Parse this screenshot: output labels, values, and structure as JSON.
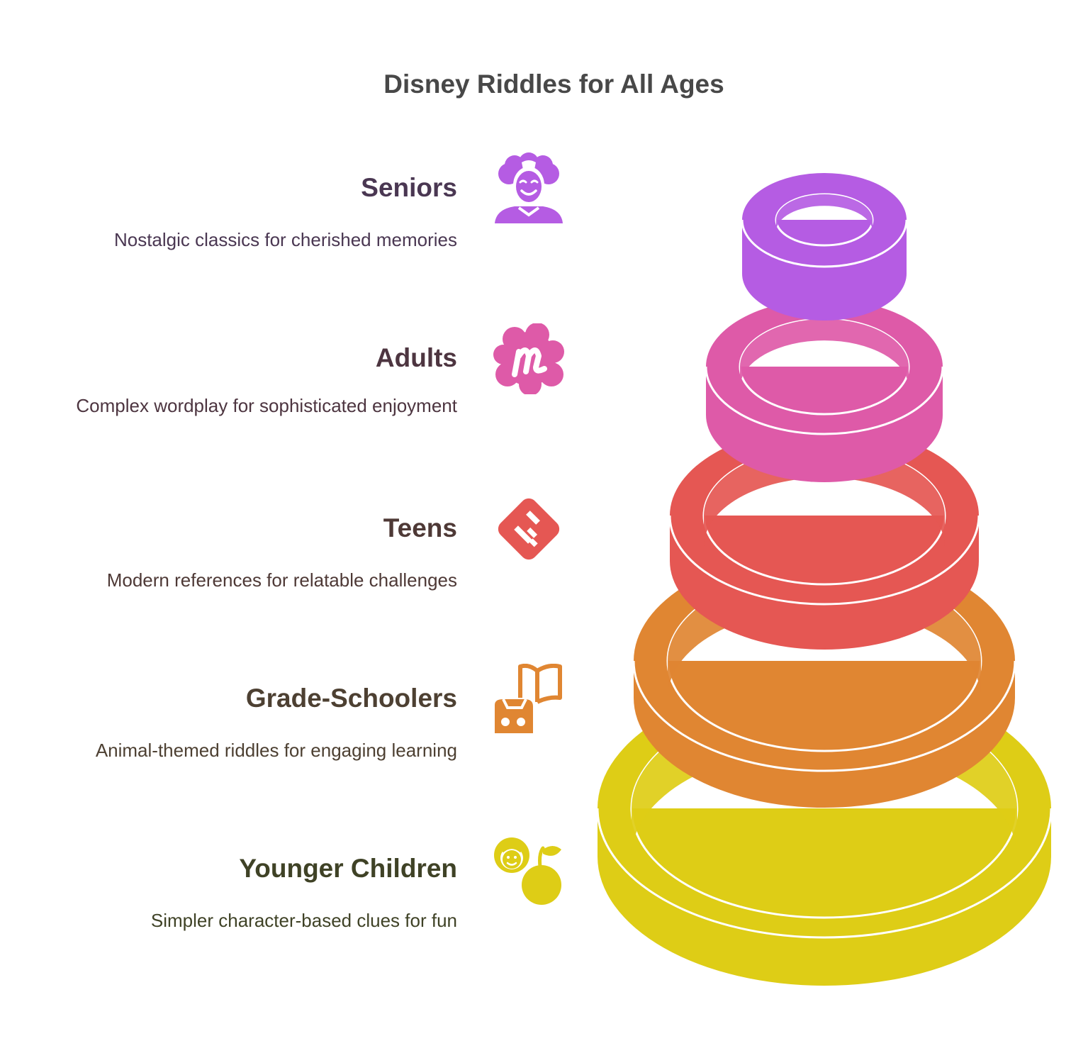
{
  "title": "Disney Riddles for All Ages",
  "colors": {
    "seniors": "#B55CE3",
    "adults": "#DE5AA8",
    "teens": "#E55753",
    "grade_schoolers": "#E08632",
    "younger_children": "#DECD16"
  },
  "levels": [
    {
      "heading": "Seniors",
      "description": "Nostalgic classics for cherished memories",
      "icon": "elderly-person-icon",
      "color": "#B55CE3",
      "text_color": "#4A3752"
    },
    {
      "heading": "Adults",
      "description": "Complex wordplay for sophisticated enjoyment",
      "icon": "meetup-logo-icon",
      "color": "#DE5AA8",
      "text_color": "#4D3540"
    },
    {
      "heading": "Teens",
      "description": "Modern references for relatable challenges",
      "icon": "feedly-logo-icon",
      "color": "#E55753",
      "text_color": "#4E3936"
    },
    {
      "heading": "Grade-Schoolers",
      "description": "Animal-themed riddles for engaging learning",
      "icon": "book-and-toy-icon",
      "color": "#E08632",
      "text_color": "#4D4032"
    },
    {
      "heading": "Younger Children",
      "description": "Simpler character-based clues for fun",
      "icon": "child-with-fruit-icon",
      "color": "#DECD16",
      "text_color": "#3F4226"
    }
  ]
}
